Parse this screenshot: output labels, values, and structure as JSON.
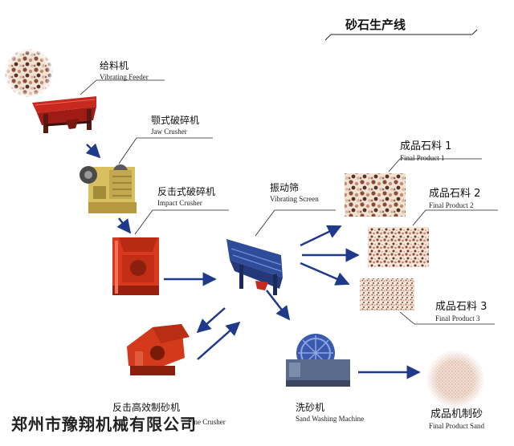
{
  "title": "砂石生产线",
  "company": "郑州市豫翔机械有限公司",
  "machines": {
    "feeder": {
      "cn": "给料机",
      "en": "Vibrating Feeder"
    },
    "jaw": {
      "cn": "颚式破碎机",
      "en": "Jaw Crusher"
    },
    "impact": {
      "cn": "反击式破碎机",
      "en": "Impact Crusher"
    },
    "screen": {
      "cn": "振动筛",
      "en": "Vibrating Screen"
    },
    "fine": {
      "cn": "反击高效制砂机",
      "en": "Fine Crusher"
    },
    "washer": {
      "cn": "洗砂机",
      "en": "Sand Washing Machine"
    }
  },
  "products": {
    "p1": {
      "cn": "成品石料 1",
      "en": "Final Product 1"
    },
    "p2": {
      "cn": "成品石料 2",
      "en": "Final Product 2"
    },
    "p3": {
      "cn": "成品石料 3",
      "en": "Final Product 3"
    },
    "sand": {
      "cn": "成品机制砂",
      "en": "Final Product Sand"
    }
  },
  "colors": {
    "feeder_red": "#c8281e",
    "crusher_red": "#d9381e",
    "jaw_yellow": "#d8c060",
    "screen_blue": "#2f4c9a",
    "washer_blue": "#3a5ab0",
    "arrow": "#1f3a8a"
  }
}
